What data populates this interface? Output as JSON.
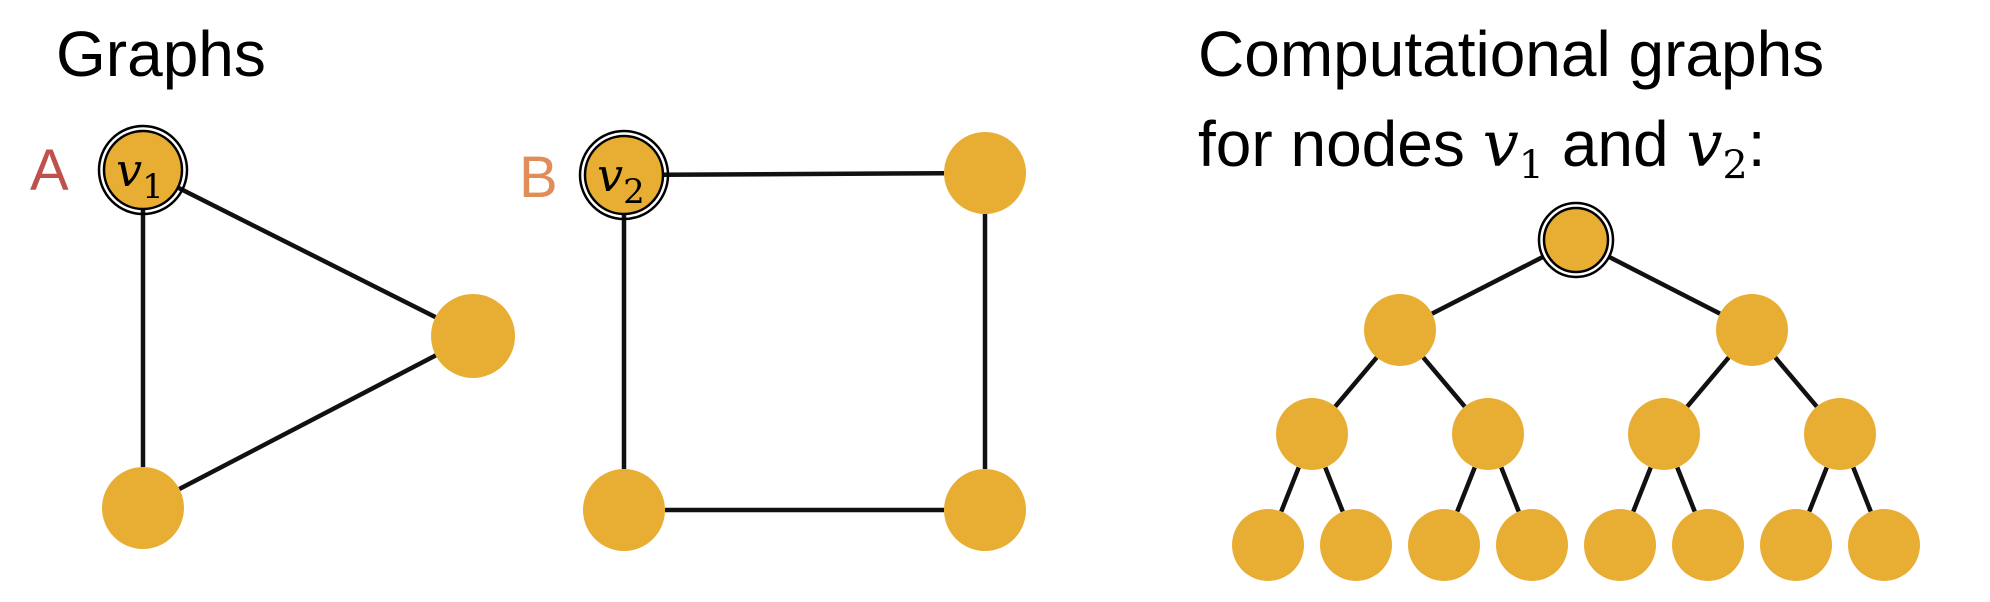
{
  "headings": {
    "graphs": "Graphs",
    "computational_line1": "Computational graphs",
    "computational_line2_prefix": "for nodes ",
    "computational_line2_and": " and ",
    "computational_line2_suffix": ":"
  },
  "math": {
    "v": "v",
    "sub1": "1",
    "sub2": "2"
  },
  "graph_a": {
    "tag": "A",
    "tag_color": "#c0504d",
    "highlight_label": "v",
    "highlight_sub": "1",
    "edges": [
      [
        0,
        1
      ],
      [
        0,
        2
      ],
      [
        1,
        2
      ]
    ]
  },
  "graph_b": {
    "tag": "B",
    "tag_color": "#e08d5a",
    "highlight_label": "v",
    "highlight_sub": "2",
    "edges": [
      [
        0,
        1
      ],
      [
        1,
        2
      ],
      [
        2,
        3
      ],
      [
        3,
        0
      ]
    ]
  },
  "computational_graph": {
    "levels": 4,
    "branching": 2
  },
  "colors": {
    "node": "#e8ae33",
    "edge": "#111111",
    "outline": "#000000",
    "text": "#000000"
  }
}
